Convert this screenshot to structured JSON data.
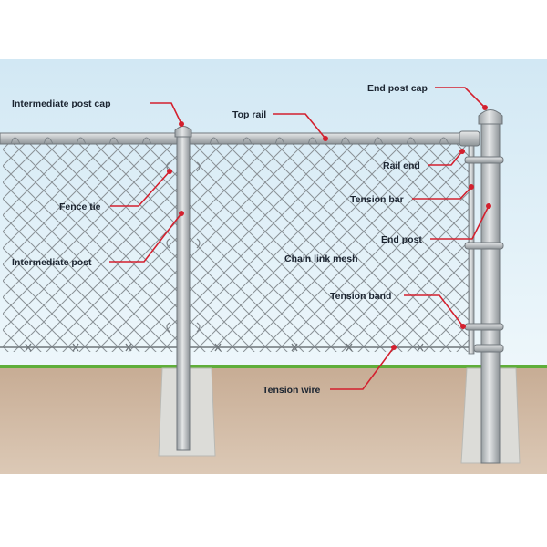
{
  "colors": {
    "sky_top": "#d2e8f4",
    "sky_bottom": "#eef7fb",
    "ground": "#c4a990",
    "grass": "#5fae3a",
    "concrete": "#dcdcd8",
    "metal": "#c9ccce",
    "metal_edge": "#6f767b",
    "mesh": "#8a9196",
    "leader": "#d3202e",
    "text": "#1b2430"
  },
  "labels": {
    "intermediate_post_cap": "Intermediate post cap",
    "top_rail": "Top rail",
    "end_post_cap": "End post cap",
    "rail_end": "Rail end",
    "tension_bar": "Tension bar",
    "fence_tie": "Fence tie",
    "end_post": "End post",
    "intermediate_post": "Intermediate post",
    "chain_link_mesh": "Chain link mesh",
    "tension_band": "Tension band",
    "tension_wire": "Tension wire"
  }
}
